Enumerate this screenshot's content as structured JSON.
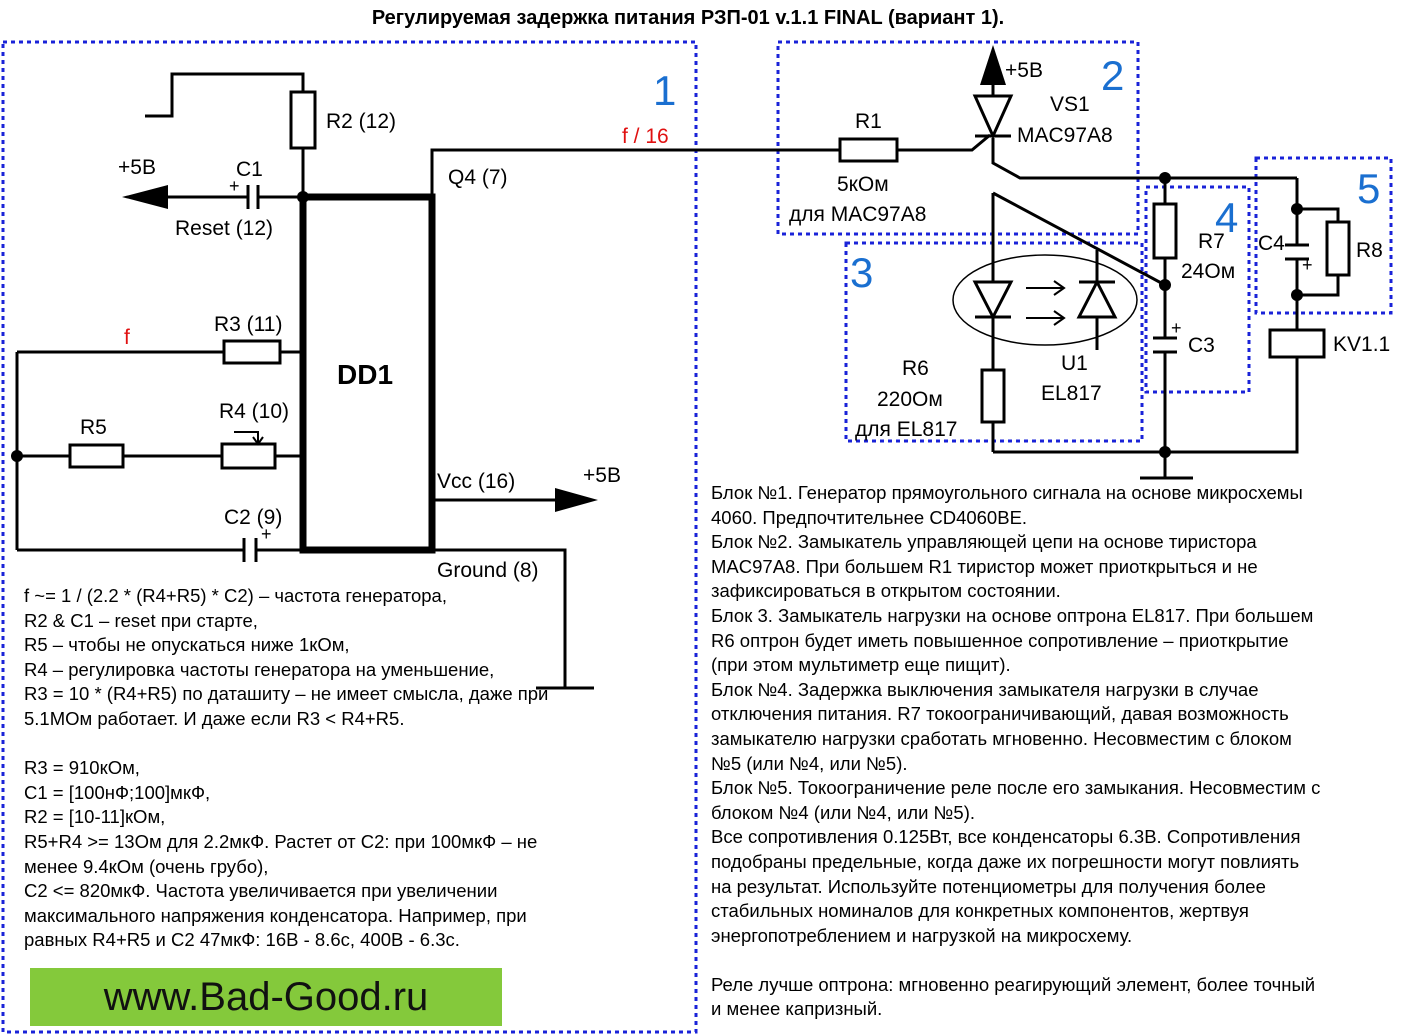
{
  "title": "Регулируемая задержка питания РЗП-01 v.1.1 FINAL (вариант 1).",
  "colors": {
    "block_border": "#1a23d8",
    "block_number": "#1a6fd0",
    "frequency_label": "#e01010",
    "site_background": "#84c93b",
    "wire": "#000000"
  },
  "blocks": [
    {
      "number": "1"
    },
    {
      "number": "2"
    },
    {
      "number": "3"
    },
    {
      "number": "4"
    },
    {
      "number": "5"
    }
  ],
  "labels": {
    "r2": "R2 (12)",
    "c1": "C1",
    "plus_5v_left": "+5В",
    "reset": "Reset (12)",
    "q4": "Q4 (7)",
    "f16": "f / 16",
    "f": "f",
    "r3": "R3 (11)",
    "dd1": "DD1",
    "r5": "R5",
    "r4": "R4 (10)",
    "c2": "C2 (9)",
    "vcc": "Vcc (16)",
    "plus_5v_vcc": "+5В",
    "ground": "Ground (8)",
    "r1": "R1",
    "r1_value": "5кОм",
    "r1_note": "для MAC97A8",
    "plus_5v_vs1": "+5В",
    "vs1": "VS1",
    "vs1_part": "MAC97A8",
    "r7": "R7",
    "r7_value": "24Ом",
    "c3": "C3",
    "c4": "C4",
    "r8": "R8",
    "kv": "KV1.1",
    "r6": "R6",
    "r6_value": "220Ом",
    "r6_note": "для EL817",
    "u1": "U1",
    "u1_part": "EL817",
    "plus": "+"
  },
  "notes_left": [
    "f ~= 1 / (2.2 * (R4+R5) * C2) – частота генератора,",
    "R2 & C1 – reset при старте,",
    "R5 – чтобы не опускаться ниже 1кОм,",
    "R4 – регулировка частоты генератора на уменьшение,",
    "R3 = 10 * (R4+R5) по даташиту – не имеет смысла, даже при",
    "5.1МОм работает. И даже если R3 < R4+R5.",
    "",
    "R3 = 910кОм,",
    "C1 = [100нФ;100]мкФ,",
    "R2 = [10-11]кОм,",
    "R5+R4 >= 13Ом для 2.2мкФ. Растет от C2: при 100мкФ – не",
    "менее 9.4кОм (очень грубо),",
    "C2 <= 820мкФ. Частота увеличивается при увеличении",
    "максимального напряжения конденсатора. Например, при",
    "равных R4+R5 и C2 47мкФ: 16В - 8.6с, 400В - 6.3с."
  ],
  "notes_right": [
    "Блок №1. Генератор прямоугольного сигнала на основе микросхемы",
    "4060. Предпочтительнее CD4060BE.",
    "Блок №2. Замыкатель управляющей цепи на основе тиристора",
    "MAC97A8. При большем R1 тиристор может приоткрыться и не",
    "зафиксироваться в открытом состоянии.",
    "Блок 3. Замыкатель нагрузки на основе оптрона EL817. При большем",
    "R6 оптрон будет иметь повышенное сопротивление – приоткрытие",
    "(при этом мультиметр еще пищит).",
    "Блок №4. Задержка выключения замыкателя нагрузки в случае",
    "отключения питания. R7 токоограничивающий, давая возможность",
    "замыкателю нагрузки сработать мгновенно. Несовместим с блоком",
    "№5 (или №4, или №5).",
    "Блок №5. Токоограничение реле после его замыкания. Несовместим с",
    "блоком №4 (или №4, или №5).",
    "Все сопротивления 0.125Вт, все конденсаторы 6.3В. Сопротивления",
    "подобраны предельные, когда даже их погрешности могут повлиять",
    "на результат. Используйте потенциометры для получения более",
    "стабильных номиналов для конкретных компонентов, жертвуя",
    "энергопотреблением и нагрузкой на микросхему.",
    "",
    "Реле лучше оптрона: мгновенно реагирующий элемент, более точный",
    "и менее капризный."
  ],
  "site": "www.Bad-Good.ru"
}
